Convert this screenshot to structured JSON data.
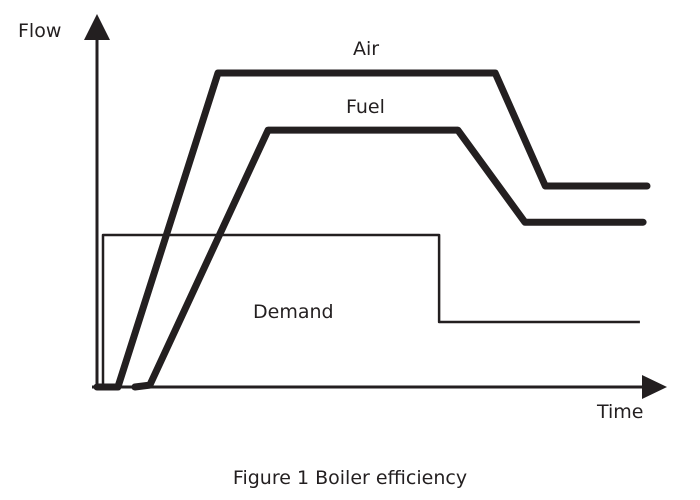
{
  "chart_data": {
    "type": "line",
    "title": "",
    "caption": "Figure 1 Boiler efficiency",
    "xlabel": "Time",
    "ylabel": "Flow",
    "xlim": [
      0,
      100
    ],
    "ylim": [
      0,
      100
    ],
    "grid": false,
    "ticks": false,
    "series": [
      {
        "name": "Air",
        "label": "Air",
        "style": "thick",
        "points": [
          [
            0,
            0
          ],
          [
            3.8,
            0
          ],
          [
            22,
            100
          ],
          [
            72.4,
            100
          ],
          [
            81.5,
            64
          ],
          [
            100,
            64
          ]
        ]
      },
      {
        "name": "Fuel",
        "label": "Fuel",
        "style": "thick",
        "points": [
          [
            6.9,
            0
          ],
          [
            9.6,
            0.6
          ],
          [
            31.1,
            81.8
          ],
          [
            65.6,
            81.8
          ],
          [
            77.8,
            52.5
          ],
          [
            99.3,
            52.5
          ]
        ]
      },
      {
        "name": "Demand",
        "label": "Demand",
        "style": "thin",
        "points": [
          [
            1.1,
            0
          ],
          [
            1.1,
            48.4
          ],
          [
            62.2,
            48.4
          ],
          [
            62.2,
            20.7
          ],
          [
            98.7,
            20.7
          ]
        ]
      }
    ],
    "colors": {
      "line": "#231f20",
      "text": "#231f20"
    }
  }
}
